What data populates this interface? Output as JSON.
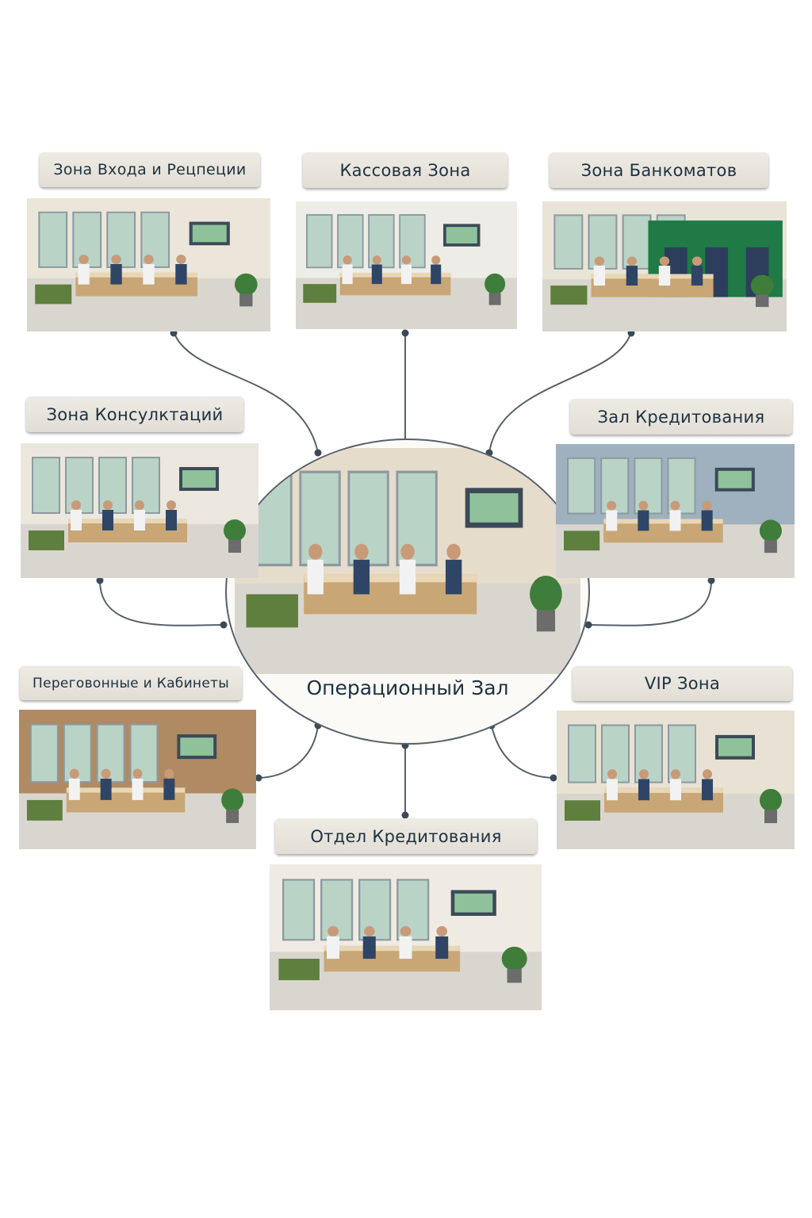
{
  "center": {
    "title": "Операционный Зал"
  },
  "zones": [
    {
      "id": "entrance",
      "label": "Зона Входа и Рецпеции"
    },
    {
      "id": "cash",
      "label": "Кассовая Зона"
    },
    {
      "id": "atm",
      "label": "Зона Банкоматов"
    },
    {
      "id": "consult",
      "label": "Зона Консулктаций"
    },
    {
      "id": "credit-hall",
      "label": "Зал Кредитования"
    },
    {
      "id": "meeting",
      "label": "Переговонные и Кабинеты"
    },
    {
      "id": "vip",
      "label": "VIP Зона"
    },
    {
      "id": "credit-dept",
      "label": "Отдел Кредитования"
    }
  ],
  "colors": {
    "line": "#56606a",
    "text": "#1d3140",
    "label_bg": "#e8e5dd",
    "accent_green": "#1f7a45"
  }
}
